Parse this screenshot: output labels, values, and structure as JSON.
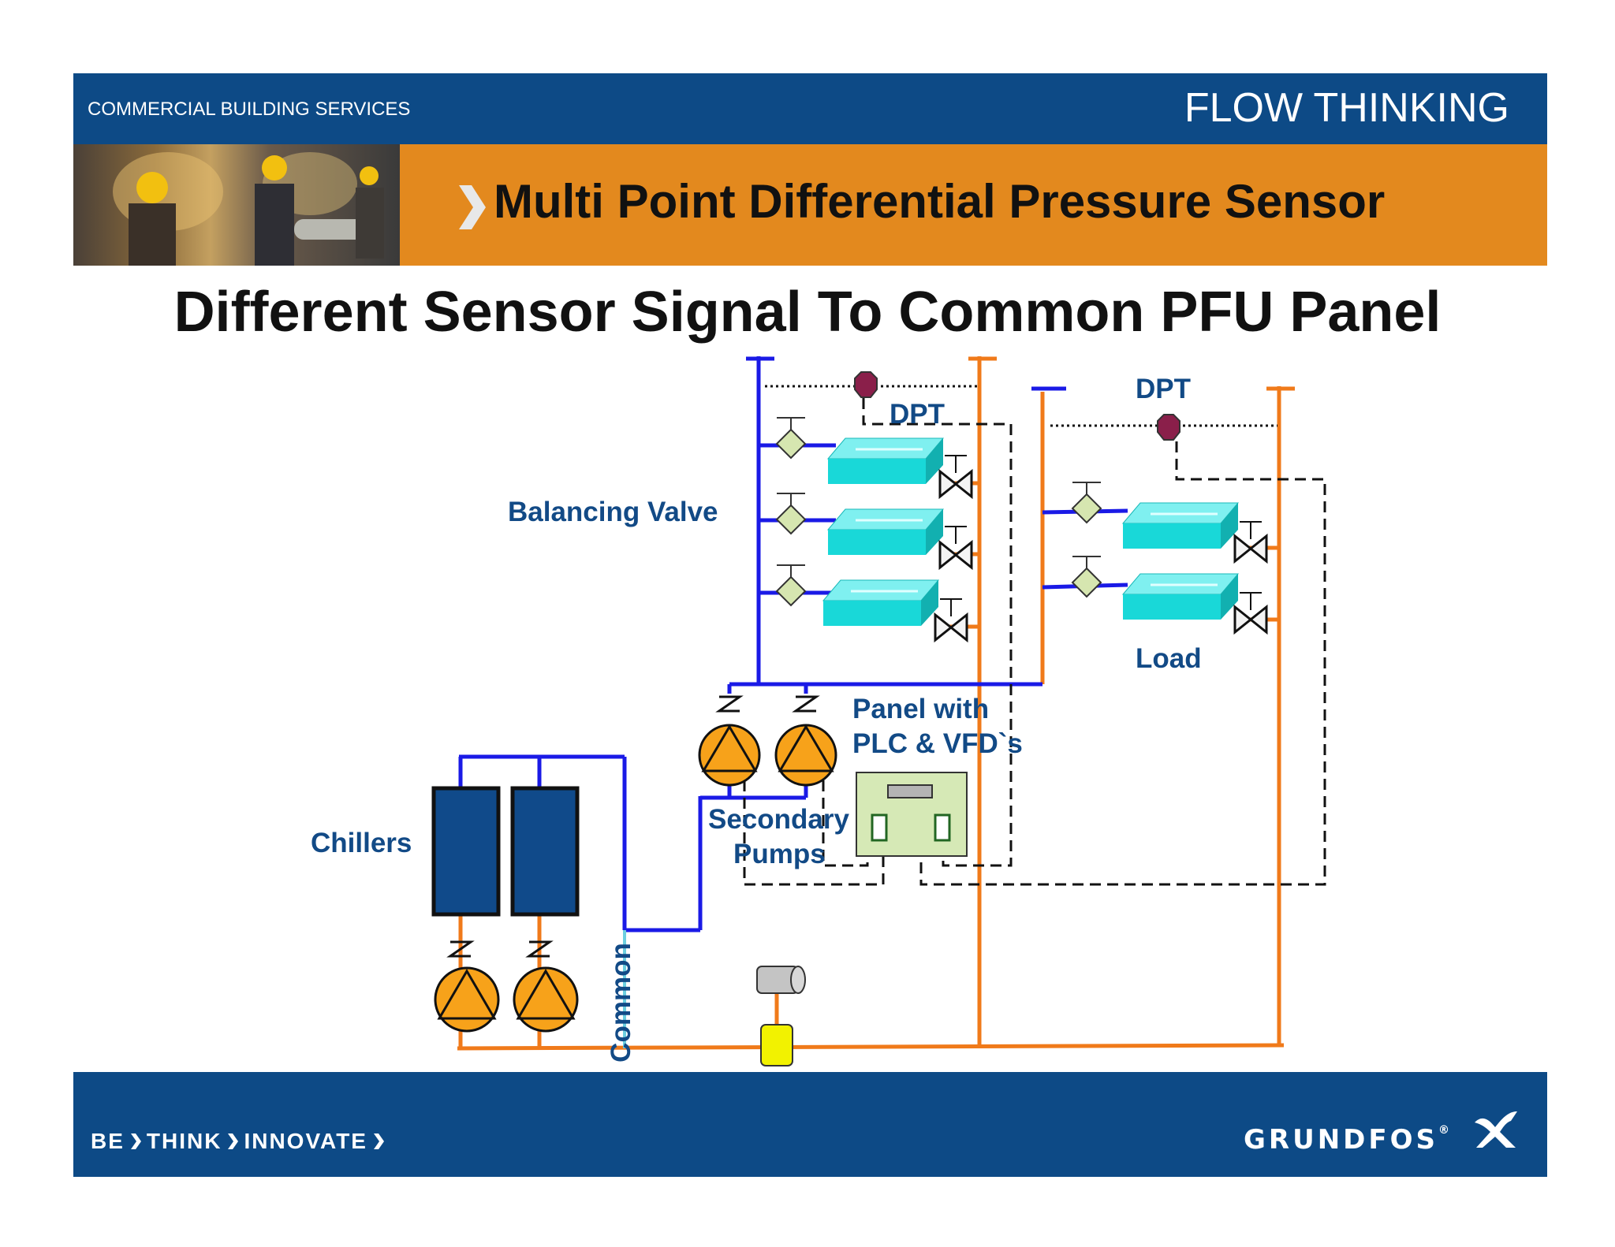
{
  "header": {
    "section_label": "COMMERCIAL BUILDING SERVICES",
    "tagline": "FLOW THINKING"
  },
  "banner": {
    "subtitle": "Multi Point Differential Pressure Sensor"
  },
  "slide": {
    "heading": "Different Sensor Signal To Common PFU Panel"
  },
  "diagram": {
    "labels": {
      "dpt_left": "DPT",
      "dpt_right": "DPT",
      "balancing_valve": "Balancing Valve",
      "load": "Load",
      "panel_line1": "Panel with",
      "panel_line2": "PLC & VFD`s",
      "secondary_line1": "Secondary",
      "secondary_line2": "Pumps",
      "chillers": "Chillers",
      "common": "Common"
    },
    "colors": {
      "supply_pipe": "#1a1ae6",
      "return_pipe": "#f07a1a",
      "common_pipe": "#6ccfe0",
      "coil": "#19d8d8",
      "chiller": "#104a8a",
      "pump": "#f7a21a",
      "sensor": "#8a1f4a",
      "panel": "#d6e9b6",
      "tank": "#f2f200"
    }
  },
  "footer": {
    "slogan_1": "BE",
    "slogan_2": "THINK",
    "slogan_3": "INNOVATE",
    "brand": "GRUNDFOS",
    "brand_mark": "®"
  }
}
